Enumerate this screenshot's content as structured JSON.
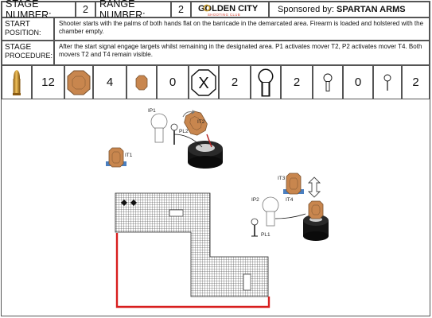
{
  "header": {
    "stage_number_label": "STAGE NUMBER:",
    "stage_number": "2",
    "range_number_label": "RANGE NUMBER:",
    "range_number": "2",
    "logo_text": "GOLDEN CITY",
    "logo_subtext": "SHOOTING CLUB",
    "sponsor_label": "Sponsored by:",
    "sponsor_name": "SPARTAN ARMS"
  },
  "start_position": {
    "label_top": "START",
    "label_bottom": "POSITION:",
    "text": "Shooter starts with the palms of both hands flat on the barricade in the demarcated area. Firearm is loaded and holstered with the chamber empty."
  },
  "stage_procedure": {
    "label_top": "STAGE",
    "label_bottom": "PROCEDURE:",
    "text": "After the start signal engage targets whilst remaining in the designated area. P1 activates mover T2, P2 activates mover T4. Both movers T2 and T4 remain visible."
  },
  "counts": {
    "rounds": "12",
    "ipsc_targets": "4",
    "mini_targets": "0",
    "no_shoot": "2",
    "large_poppers": "2",
    "small_poppers": "0",
    "plates": "2"
  },
  "icons": {
    "cartridge": "cartridge-icon",
    "ipsc_target": "ipsc-target-icon",
    "mini_target": "mini-ipsc-target-icon",
    "no_shoot": "no-shoot-icon",
    "large_popper": "large-popper-icon",
    "small_popper": "small-popper-icon",
    "plate": "steel-plate-icon"
  },
  "diagram": {
    "labels": {
      "ip1": "IP1",
      "it2": "IT2",
      "pl2": "PL2",
      "it1": "IT1",
      "it3": "IT3",
      "it4": "IT4",
      "ip2": "IP2",
      "pl1": "PL1"
    }
  },
  "colors": {
    "target_tan": "#c8864e",
    "logo_gold": "#c79a2a",
    "logo_red": "#d23a2a",
    "fault_line_red": "#d81e1e",
    "barricade_mesh": "#2a2a2a"
  }
}
